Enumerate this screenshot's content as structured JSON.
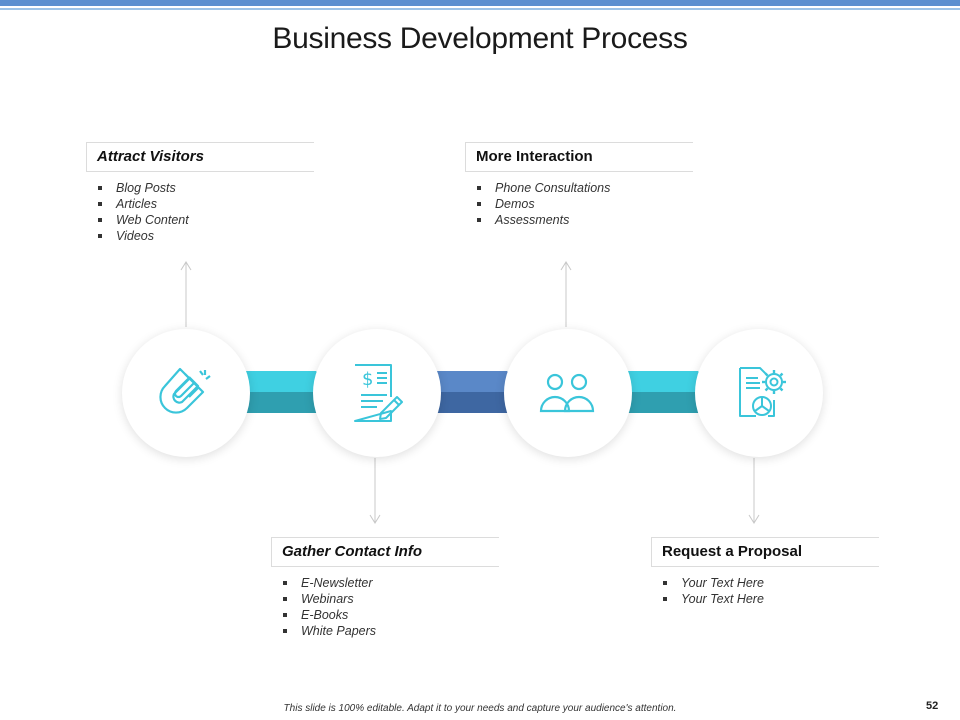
{
  "title": "Business Development Process",
  "steps": [
    {
      "heading": "Attract Visitors",
      "items": [
        "Blog Posts",
        "Articles",
        "Web Content",
        "Videos"
      ]
    },
    {
      "heading": "Gather Contact Info",
      "items": [
        "E-Newsletter",
        "Webinars",
        "E-Books",
        "White Papers"
      ]
    },
    {
      "heading": "More Interaction",
      "items": [
        "Phone Consultations",
        "Demos",
        "Assessments"
      ]
    },
    {
      "heading": "Request a Proposal",
      "items": [
        "Your Text Here",
        "Your Text Here"
      ]
    }
  ],
  "icons": [
    "magnet-icon",
    "invoice-document-icon",
    "users-icon",
    "document-settings-icon"
  ],
  "colors": {
    "accent_teal": "#3ac5da",
    "accent_blue": "#4a77b4",
    "top_bar": "#5b8fd0"
  },
  "footer": "This slide is 100% editable. Adapt it to your needs and capture your audience's attention.",
  "page_number": "52"
}
